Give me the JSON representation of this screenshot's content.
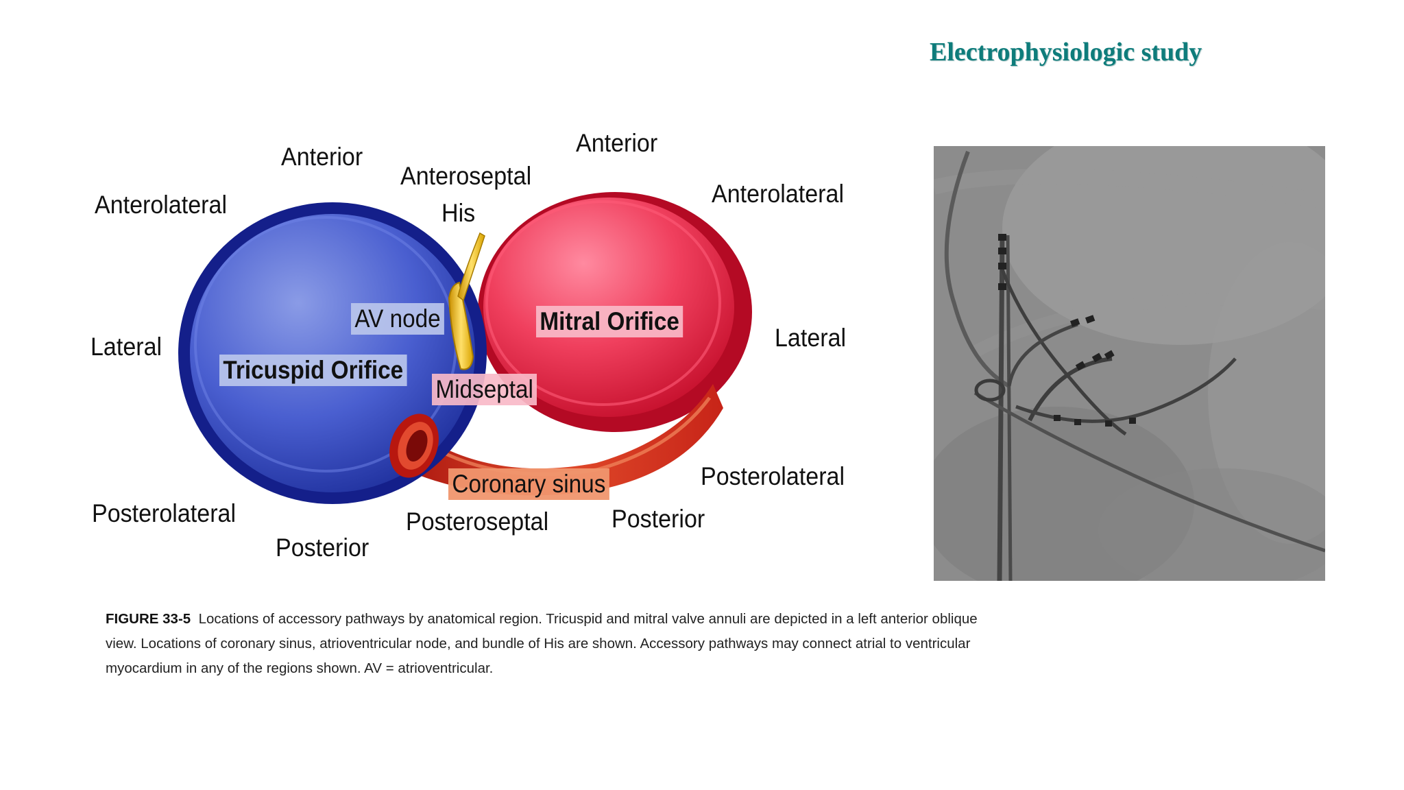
{
  "slide": {
    "title": "Electrophysiologic study"
  },
  "diagram": {
    "tricuspid": {
      "orifice": "Tricuspid Orifice",
      "anterior": "Anterior",
      "anterolateral": "Anterolateral",
      "lateral": "Lateral",
      "posterolateral": "Posterolateral",
      "posterior": "Posterior"
    },
    "mitral": {
      "orifice": "Mitral Orifice",
      "anterior": "Anterior",
      "anterolateral": "Anterolateral",
      "lateral": "Lateral",
      "posterolateral": "Posterolateral",
      "posterior": "Posterior"
    },
    "septal": {
      "anteroseptal": "Anteroseptal",
      "his": "His",
      "av_node": "AV node",
      "midseptal": "Midseptal",
      "coronary_sinus": "Coronary sinus",
      "posteroseptal": "Posteroseptal"
    },
    "colors": {
      "tricuspid": "#2b3fb0",
      "mitral": "#e8163a",
      "av_node": "#f2c21a",
      "coronary_sinus": "#d8331f"
    }
  },
  "caption": {
    "figure_label": "FIGURE 33-5",
    "text": "Locations of accessory pathways by anatomical region. Tricuspid and mitral valve annuli are depicted in a left anterior oblique view. Locations of coronary sinus, atrioventricular node, and bundle of His are shown. Accessory pathways may connect atrial to ventricular myocardium in any of the regions shown. AV = atrioventricular."
  }
}
